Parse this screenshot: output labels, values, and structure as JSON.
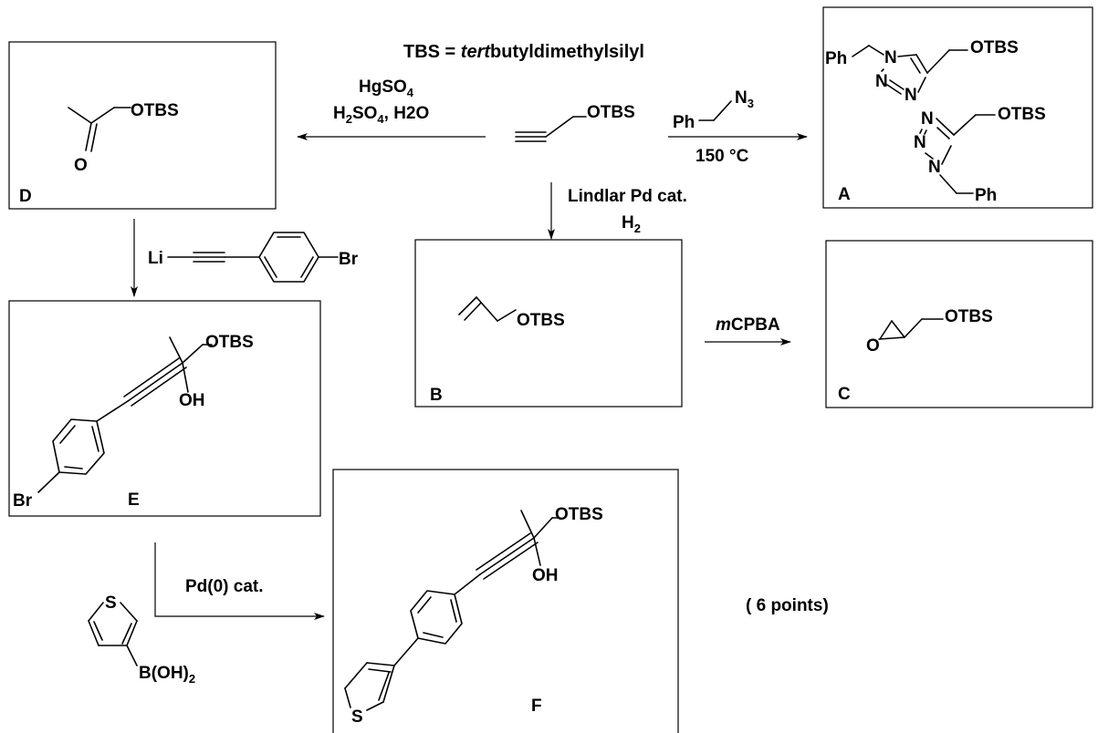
{
  "header": {
    "tbs_prefix": "TBS = ",
    "tbs_italic": "tert",
    "tbs_suffix": "butyldimethylsilyl"
  },
  "groups": {
    "otbs": "OTBS",
    "ph": "Ph",
    "oh": "OH",
    "o": "O",
    "br": "Br",
    "li": "Li",
    "s": "S",
    "n": "N",
    "n3": "N"
  },
  "compounds": {
    "A": "A",
    "B": "B",
    "C": "C",
    "D": "D",
    "E": "E",
    "F": "F"
  },
  "reagents": {
    "hydration_line1": "HgSO",
    "hydration_line1_sub": "4",
    "hydration_line2_a": "H",
    "hydration_line2_sub1": "2",
    "hydration_line2_b": "SO",
    "hydration_line2_sub2": "4",
    "hydration_line2_c": ", H2O",
    "azide_sub": "3",
    "heat": "150 °C",
    "lindlar_line1": "Lindlar Pd cat.",
    "lindlar_line2": "H",
    "lindlar_line2_sub": "2",
    "mcpba_italic": "m",
    "mcpba_rest": "CPBA",
    "suzuki": "Pd(0) cat.",
    "boronic": "B(OH)",
    "boronic_sub": "2"
  },
  "points": "( 6 points)"
}
